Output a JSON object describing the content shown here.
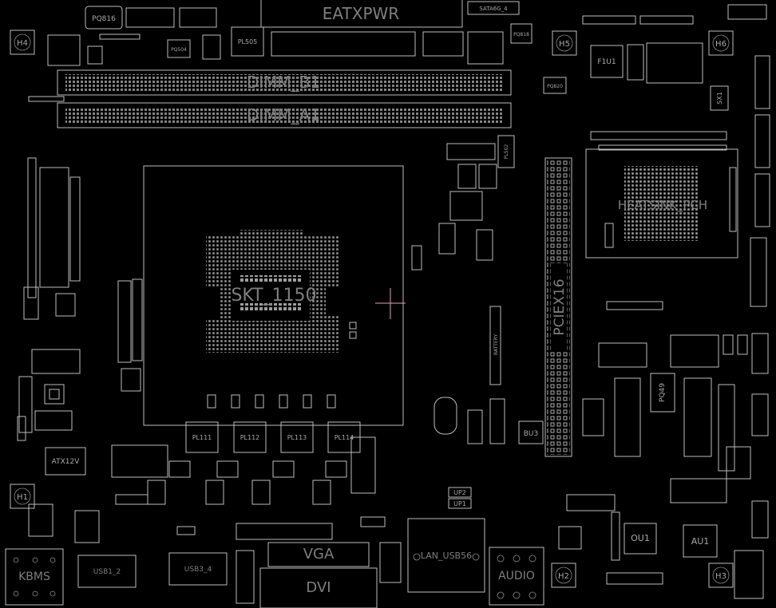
{
  "board": {
    "connectors": {
      "eatxpwr": "EATXPWR",
      "dimm_b1": "DIMM_B1",
      "dimm_a1": "DIMM_A1",
      "pciex16": "PCIEX16",
      "heatsink_pch": "HEATSINK_PCH",
      "atx12v": "ATX12V",
      "battery": "BATTERY",
      "vga": "VGA",
      "dvi": "DVI",
      "lan_usb": "LAN_USB56",
      "audio": "AUDIO",
      "kbms": "KBMS",
      "usb12": "USB1_2",
      "usb34": "USB3_4"
    },
    "socket": "SKT_1150",
    "chips": {
      "au1": "AU1",
      "ou1": "OU1",
      "bu3": "BU3",
      "f1u1": "F1U1",
      "sx1": "SX1",
      "up1": "UP1",
      "up2": "UP2",
      "pl505": "PL505",
      "pq816": "PQ816",
      "pq504": "PQ504"
    },
    "inductors": [
      "PL111",
      "PL112",
      "PL113",
      "PL114"
    ],
    "mount_holes": [
      "H1",
      "H2",
      "H3",
      "H4",
      "H5",
      "H6"
    ],
    "small_labels": {
      "sata_top": "SATA6G_4",
      "pq818": "PQ818",
      "pq820": "PQ820",
      "pl502": "PL502",
      "pq49": "PQ49"
    }
  }
}
